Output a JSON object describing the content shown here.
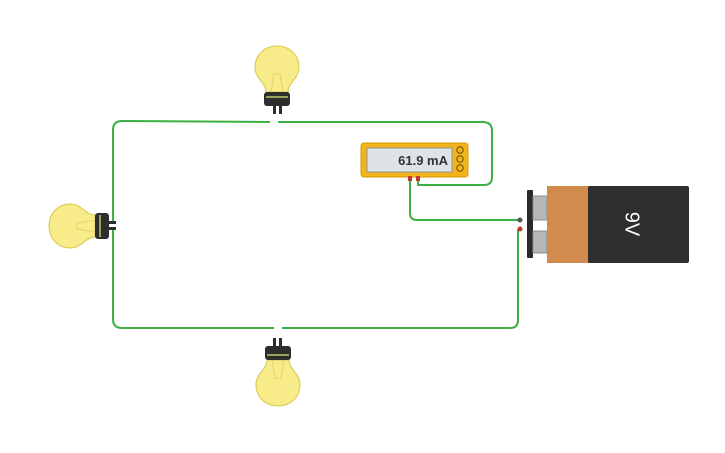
{
  "multimeter": {
    "reading": "61.9 mA",
    "body_color": "#f2b31b",
    "screen_color": "#dfe3e5"
  },
  "battery": {
    "label": "9V",
    "label_orientation": "rotated",
    "body_color": "#2f2f2f",
    "wrap_color": "#d18b4d"
  },
  "wire_color": "#3cb043",
  "bulb_color": "#f7eb8a",
  "components": {
    "bulbs": [
      {
        "id": "bulb-top",
        "orientation": "up"
      },
      {
        "id": "bulb-left",
        "orientation": "left"
      },
      {
        "id": "bulb-bottom",
        "orientation": "down"
      }
    ]
  }
}
